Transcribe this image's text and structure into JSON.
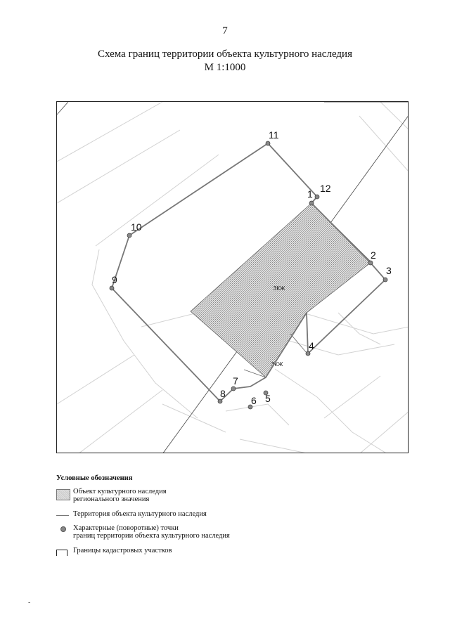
{
  "page_number": "7",
  "title_line1": "Схема границ территории объекта культурного наследия",
  "title_line2": "М 1:1000",
  "map": {
    "object_label": "ЗКЖ",
    "point_labels": [
      "1",
      "2",
      "3",
      "4",
      "5",
      "6",
      "7",
      "8",
      "9",
      "10",
      "11",
      "12"
    ]
  },
  "legend": {
    "title": "Условные обозначения",
    "items": [
      {
        "icon": "hatched-area-icon",
        "line1": "Объект культурного наследия",
        "line2": "регионального значения"
      },
      {
        "icon": "boundary-line-icon",
        "line1": "Территория объекта культурного наследия",
        "line2": ""
      },
      {
        "icon": "point-marker-icon",
        "line1": "Характерные (поворотные) точки",
        "line2": "границ территории объекта культурного наследия"
      },
      {
        "icon": "cadastral-bracket-icon",
        "line1": "Границы кадастровых участков",
        "line2": ""
      }
    ]
  },
  "footer_mark": "-"
}
